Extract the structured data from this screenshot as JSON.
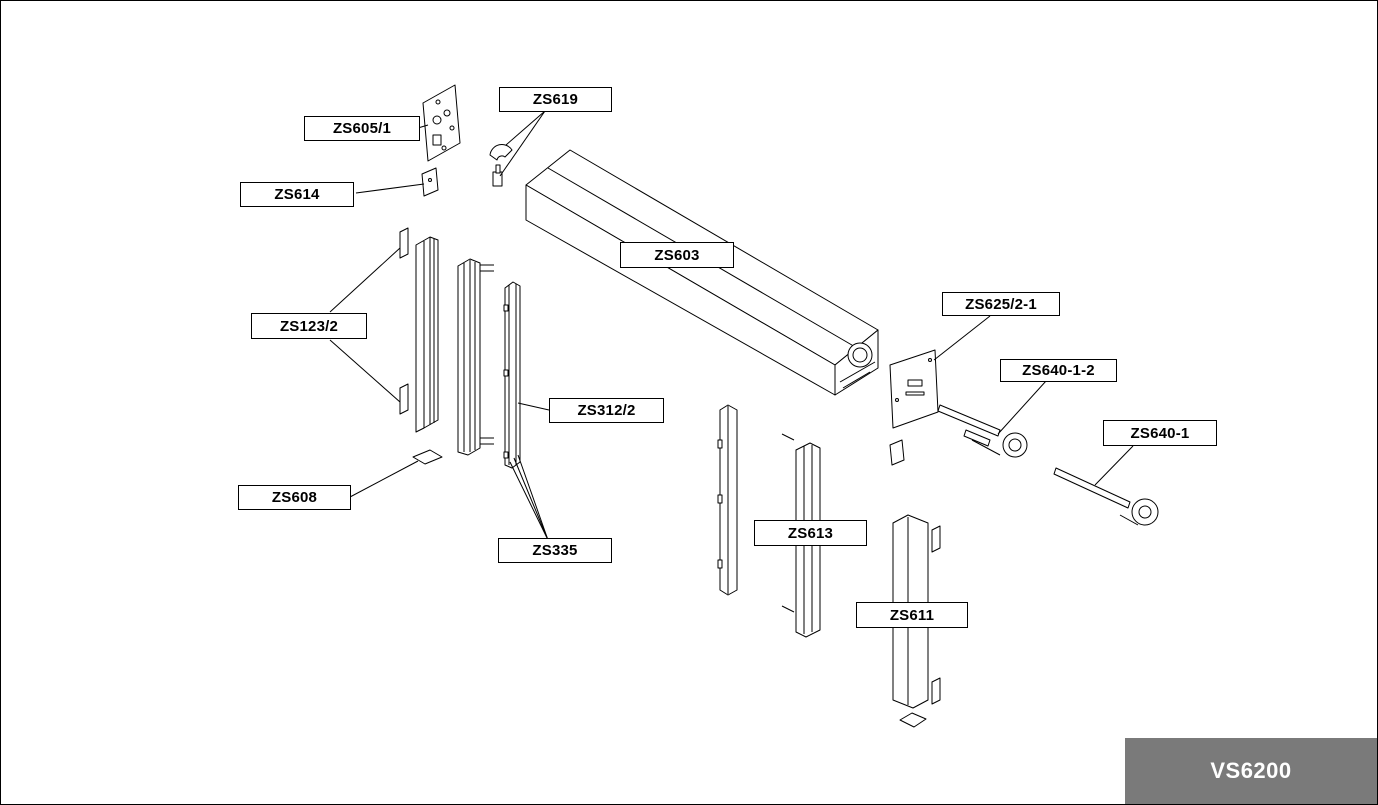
{
  "diagram": {
    "labels": {
      "zs605_1": "ZS605/1",
      "zs619": "ZS619",
      "zs614": "ZS614",
      "zs603": "ZS603",
      "zs123_2": "ZS123/2",
      "zs312_2": "ZS312/2",
      "zs608": "ZS608",
      "zs335": "ZS335",
      "zs625_2_1": "ZS625/2-1",
      "zs640_1_2": "ZS640-1-2",
      "zs640_1": "ZS640-1",
      "zs613": "ZS613",
      "zs611": "ZS611"
    },
    "model_badge": "VS6200",
    "colors": {
      "line": "#000000",
      "badge_bg": "#7a7a7a",
      "badge_text": "#ffffff",
      "background": "#ffffff"
    }
  }
}
